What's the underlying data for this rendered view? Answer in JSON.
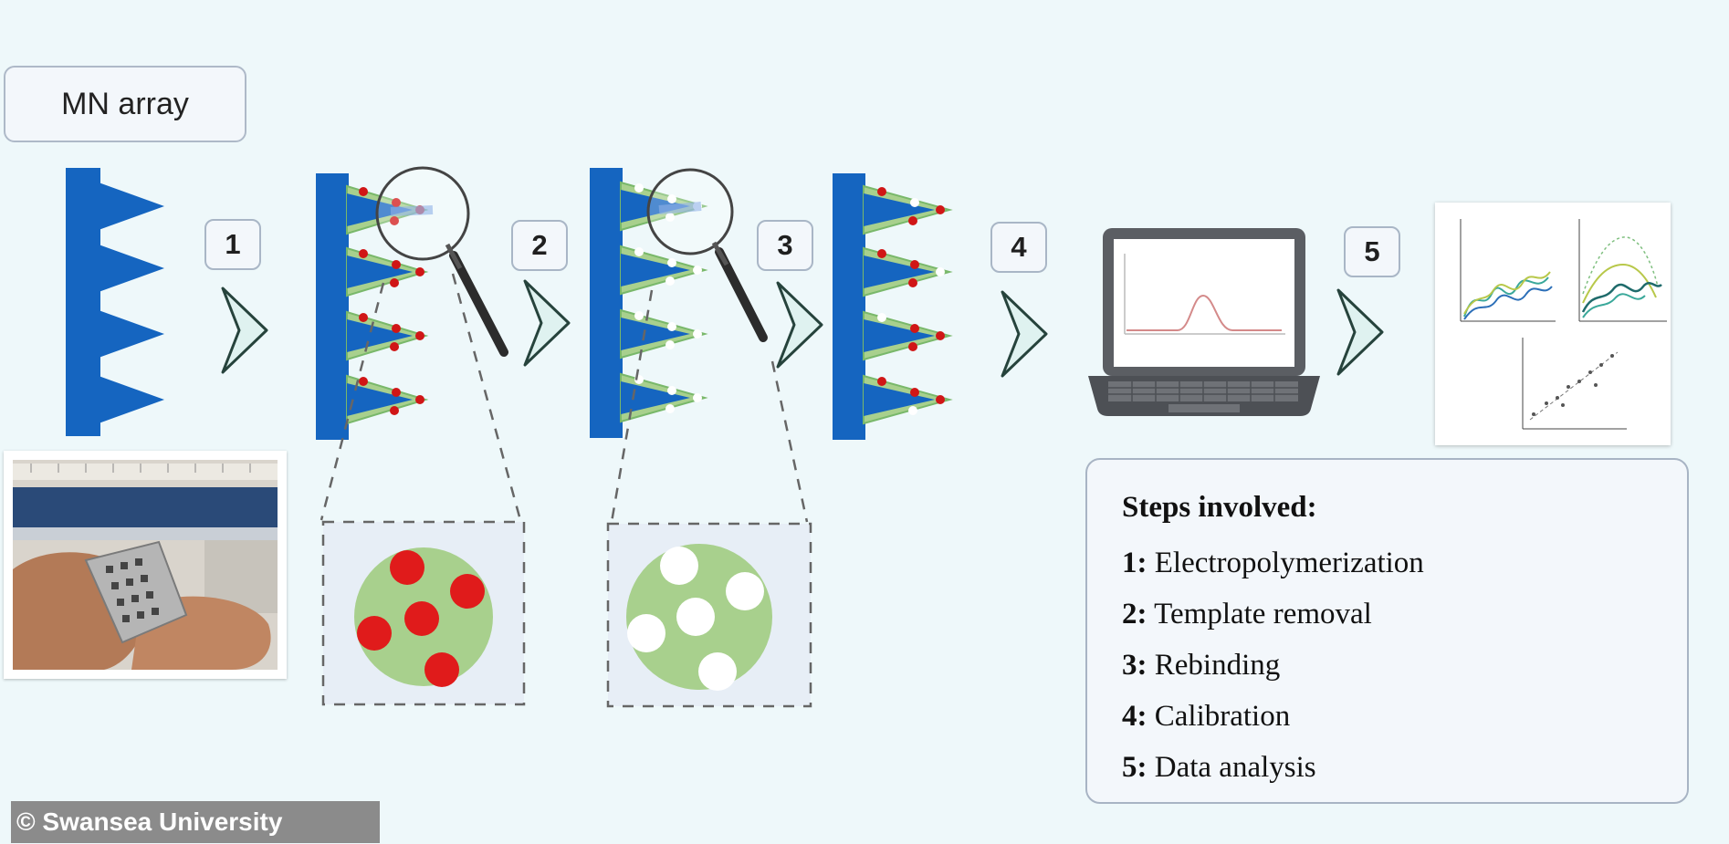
{
  "mn_label": "MN array",
  "step_numbers": [
    "1",
    "2",
    "3",
    "4",
    "5"
  ],
  "steps_box": {
    "title": "Steps involved:",
    "items": [
      {
        "num": "1:",
        "text": "Electropolymerization"
      },
      {
        "num": "2:",
        "text": "Template removal"
      },
      {
        "num": "3:",
        "text": "Rebinding"
      },
      {
        "num": "4:",
        "text": "Calibration"
      },
      {
        "num": "5:",
        "text": "Data analysis"
      }
    ]
  },
  "copyright": "© Swansea University",
  "colors": {
    "background": "#eef8fa",
    "needle_blue": "#1565c0",
    "coating_green": "#a8d08d",
    "template_red": "#e01b1b",
    "arrow_fill": "#dff2f0",
    "arrow_stroke": "#26433c"
  },
  "icons": [
    "magnifier-icon",
    "laptop-icon",
    "chevron-arrow-icon"
  ]
}
